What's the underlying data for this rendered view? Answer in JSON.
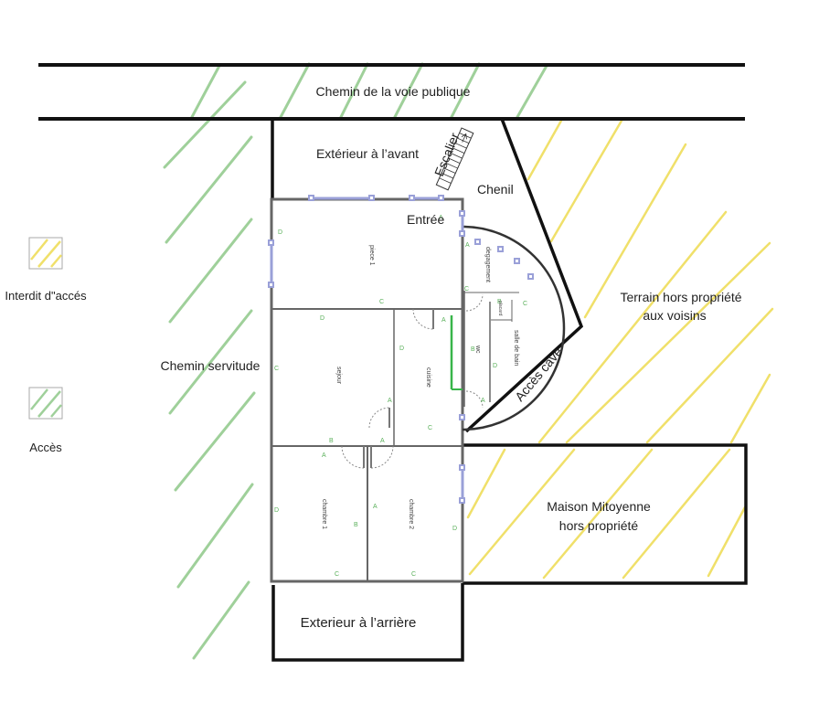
{
  "colors": {
    "green_hatch": "#9fd09a",
    "yellow_hatch": "#f0e06a",
    "wall": "#555555",
    "road": "#111111",
    "window": "#9aa0d8",
    "door_green": "#39b54a"
  },
  "legend": {
    "forbidden_label": "Interdit d\"accés",
    "access_label": "Accès"
  },
  "zones": {
    "road": "Chemin de la voie publique",
    "front": "Extérieur à l’avant",
    "stairs": "Escalier",
    "kennel": "Chenil",
    "entrance": "Entrée",
    "servitude": "Chemin servitude",
    "neighbors_line1": "Terrain hors propriété",
    "neighbors_line2": "aux voisins",
    "cellar": "Accès cave",
    "adjacent_line1": "Maison Mitoyenne",
    "adjacent_line2": "hors propriété",
    "rear": "Exterieur à l’arrière"
  },
  "rooms": {
    "piece1": "piece 1",
    "degagement": "degagement",
    "sejour": "sejour",
    "cuisine": "cuisine",
    "wc": "wc",
    "sdb": "salle de bain",
    "placard": "placard",
    "chambre1": "chambre 1",
    "chambre2": "chambre 2"
  }
}
